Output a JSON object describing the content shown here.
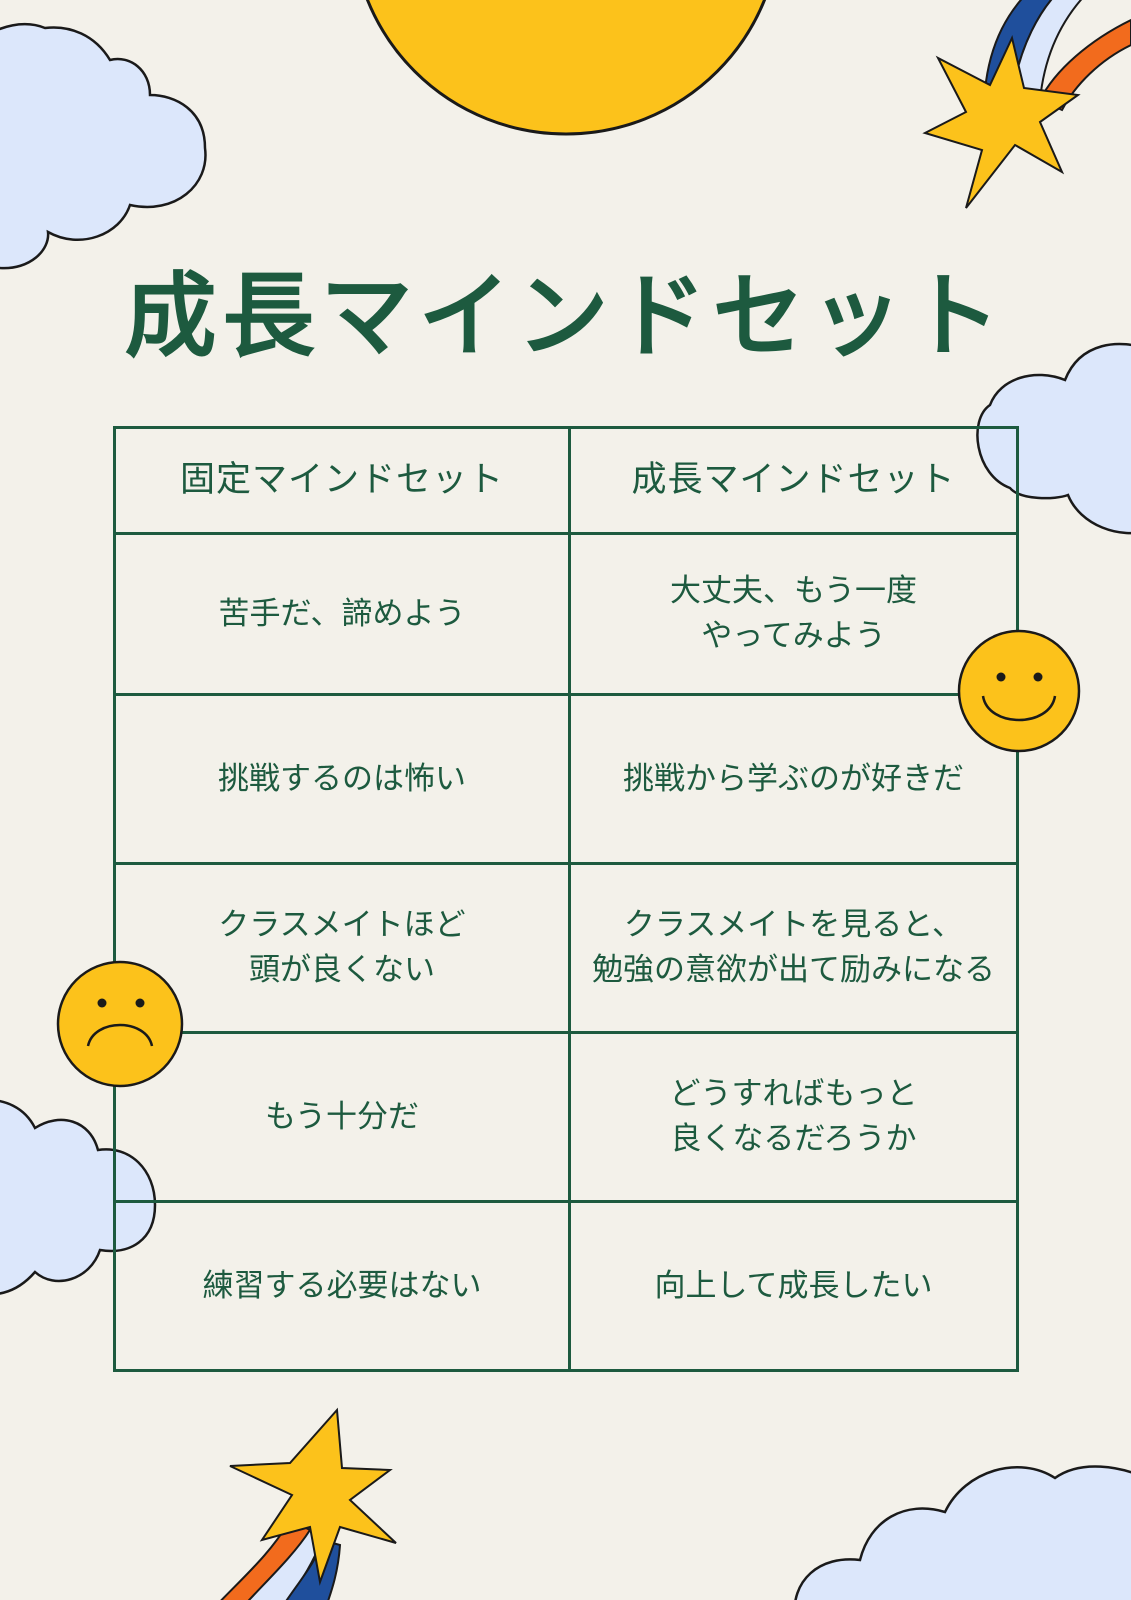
{
  "title": "成長マインドセット",
  "table": {
    "headers": [
      "固定マインドセット",
      "成長マインドセット"
    ],
    "rows": [
      [
        "苦手だ、諦めよう",
        "大丈夫、もう一度\nやってみよう"
      ],
      [
        "挑戦するのは怖い",
        "挑戦から学ぶのが好きだ"
      ],
      [
        "クラスメイトほど\n頭が良くない",
        "クラスメイトを見ると、\n勉強の意欲が出て励みになる"
      ],
      [
        "もう十分だ",
        "どうすればもっと\n良くなるだろうか"
      ],
      [
        "練習する必要はない",
        "向上して成長したい"
      ]
    ]
  },
  "colors": {
    "background": "#f3f1ea",
    "text": "#1d5a3f",
    "sun": "#fcc21b",
    "cloud": "#dce7fb",
    "rainbow_blue": "#1f4f9c",
    "rainbow_orange": "#f26b1d"
  },
  "icons": [
    "sun-icon",
    "cloud-icon",
    "shooting-star-icon",
    "smiley-face-icon",
    "sad-face-icon"
  ]
}
